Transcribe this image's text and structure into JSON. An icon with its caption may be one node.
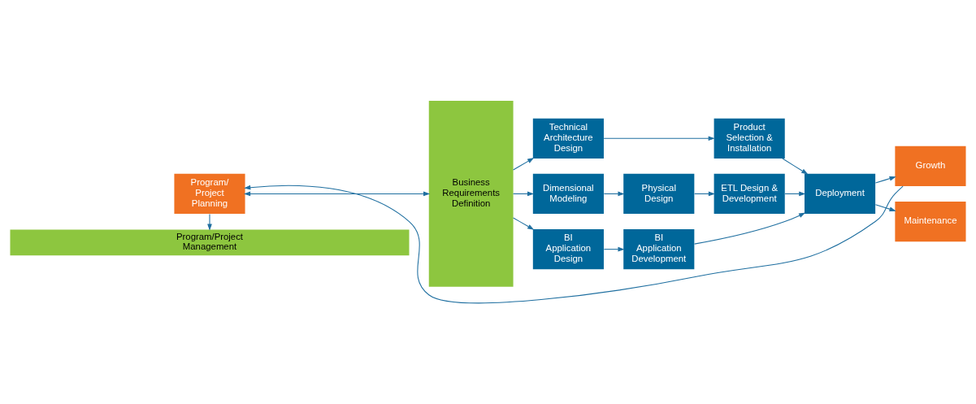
{
  "diagram": {
    "nodes": [
      {
        "text": [
          "Program/ Project Planning"
        ]
      },
      {
        "text": [
          "Business Requirements Definition"
        ]
      },
      {
        "text": [
          "Technical Architecture Design"
        ]
      },
      {
        "text": [
          "Product Selection & Installation"
        ]
      },
      {
        "text": [
          "Dimensional Modeling"
        ]
      },
      {
        "text": [
          "Physical Design"
        ]
      },
      {
        "text": [
          "ETL Design & Development"
        ]
      },
      {
        "text": [
          "BI Application Design"
        ]
      },
      {
        "text": [
          "BI Application Development"
        ]
      },
      {
        "text": [
          "Deployment"
        ]
      },
      {
        "text": [
          "Growth"
        ]
      },
      {
        "text": [
          "Maintenance"
        ]
      },
      {
        "text": [
          "Program/Project Management"
        ]
      }
    ],
    "edges": [
      {
        "from": 0,
        "to": 1,
        "arrow": "both"
      },
      {
        "from": 1,
        "to": 2,
        "arrow": "to"
      },
      {
        "from": 1,
        "to": 4,
        "arrow": "to"
      },
      {
        "from": 1,
        "to": 7,
        "arrow": "to"
      },
      {
        "from": 2,
        "to": 3,
        "arrow": "to"
      },
      {
        "from": 4,
        "to": 5,
        "arrow": "to"
      },
      {
        "from": 5,
        "to": 6,
        "arrow": "to"
      },
      {
        "from": 7,
        "to": 8,
        "arrow": "to"
      },
      {
        "from": 3,
        "to": 9,
        "arrow": "to"
      },
      {
        "from": 6,
        "to": 9,
        "arrow": "to"
      },
      {
        "from": 8,
        "to": 9,
        "arrow": "to"
      },
      {
        "from": 9,
        "to": 10,
        "arrow": "to"
      },
      {
        "from": 9,
        "to": 11,
        "arrow": "to"
      },
      {
        "from": 10,
        "to": 0,
        "arrow": "to"
      },
      {
        "from": 0,
        "to": 12,
        "arrow": "to"
      }
    ]
  }
}
